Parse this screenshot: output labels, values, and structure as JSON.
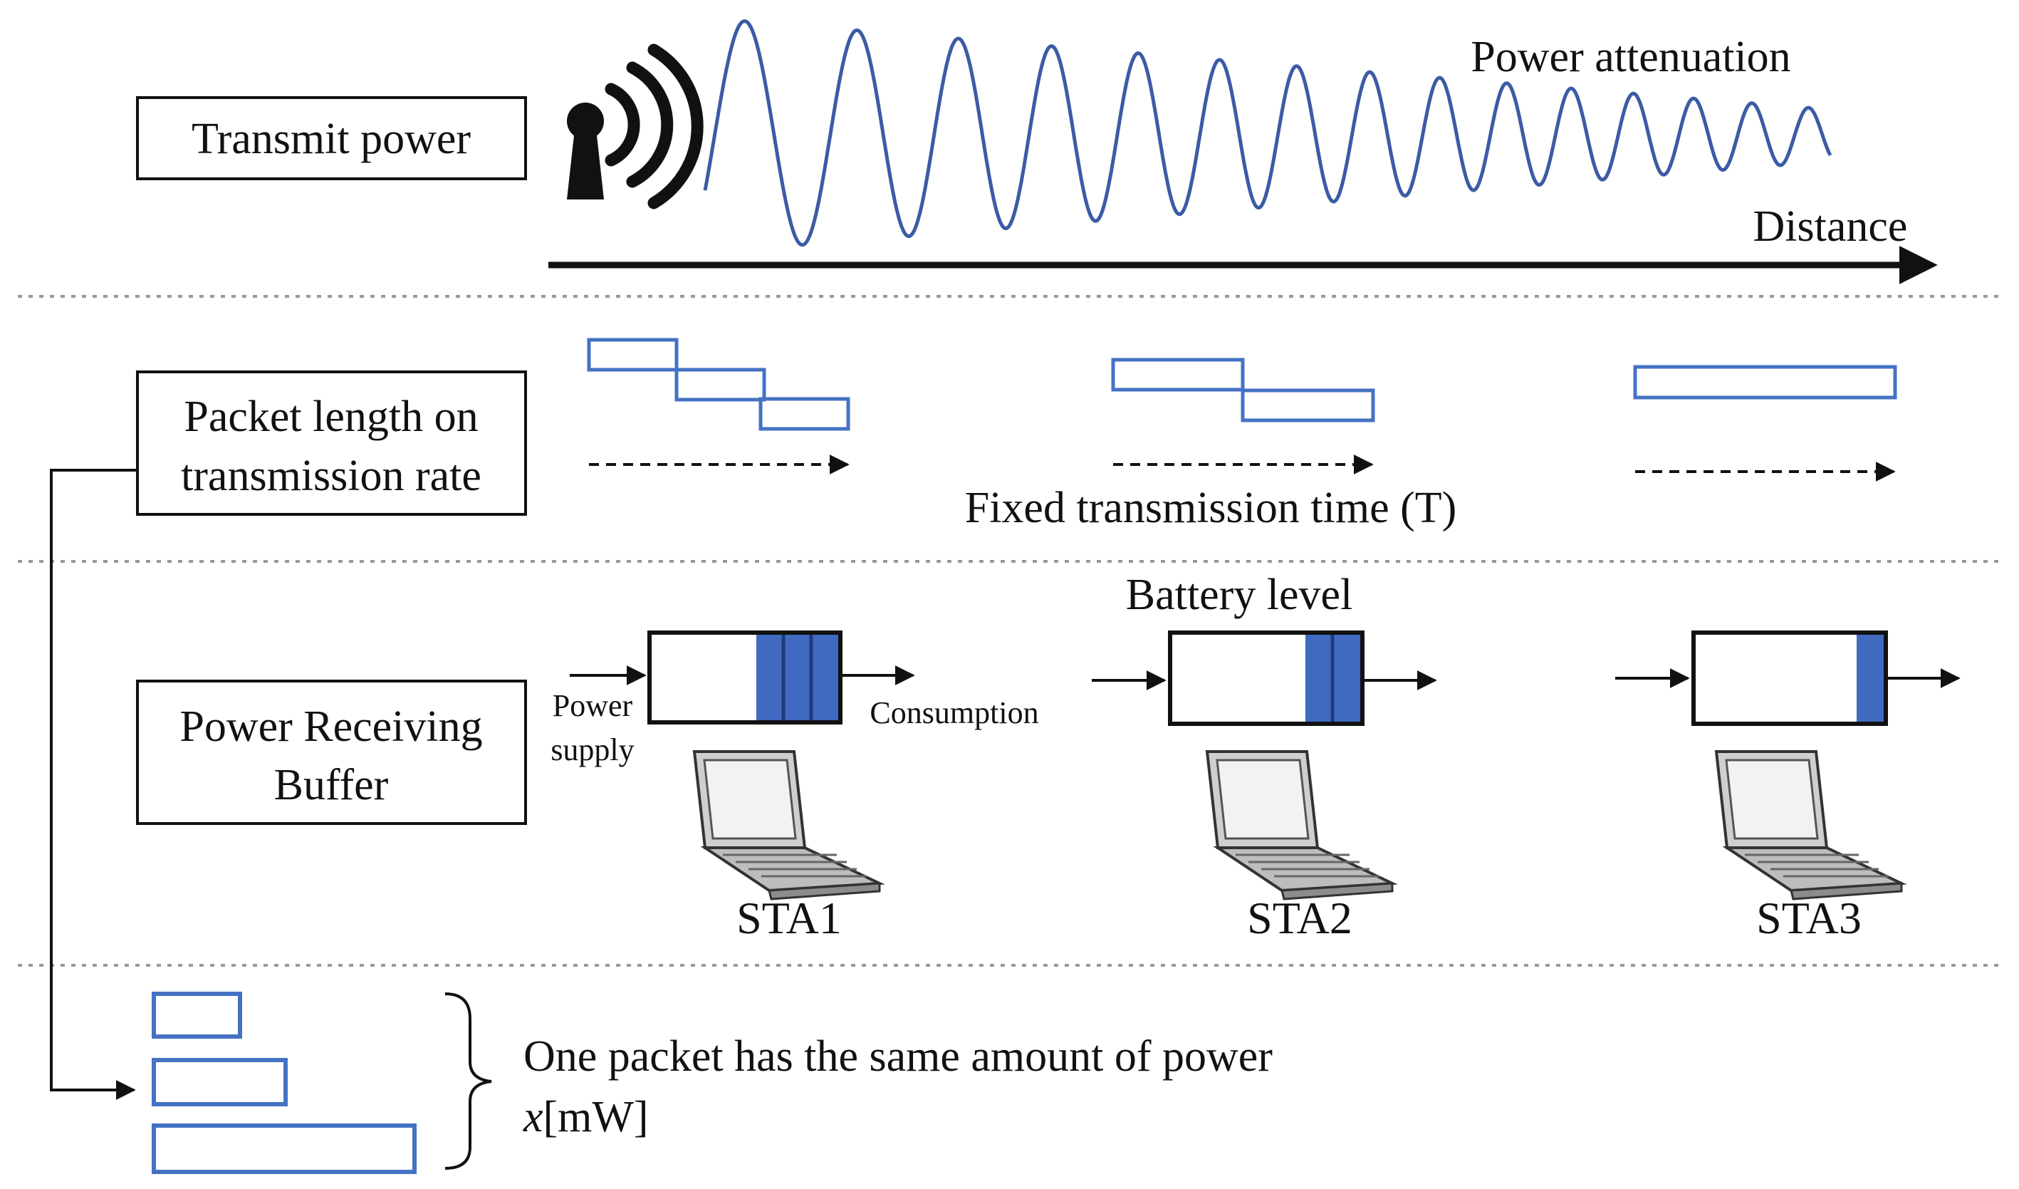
{
  "colors": {
    "accent_blue": "#4472C4",
    "wave_blue": "#3B5BA5",
    "battery_blue": "#3F6AC0",
    "battery_divider": "#1F3A7A",
    "separator": "#999999",
    "ink": "#111111"
  },
  "icons": {
    "antenna": "wifi-antenna-icon",
    "laptop": "laptop-icon"
  },
  "rows": {
    "transmit": {
      "label": "Transmit power",
      "wave_label": "Power attenuation",
      "axis_label": "Distance"
    },
    "packet": {
      "label_line1": "Packet length on",
      "label_line2": "transmission rate",
      "time_label": "Fixed transmission time (T)",
      "groups": [
        {
          "segments": 3
        },
        {
          "segments": 2
        },
        {
          "segments": 1
        }
      ]
    },
    "buffer": {
      "label_line1": "Power Receiving",
      "label_line2": "Buffer",
      "battery_title": "Battery level",
      "supply_line1": "Power",
      "supply_line2": "supply",
      "consumption": "Consumption",
      "stations": [
        {
          "name": "STA1",
          "battery_bars": 3
        },
        {
          "name": "STA2",
          "battery_bars": 2
        },
        {
          "name": "STA3",
          "battery_bars": 1
        }
      ]
    },
    "footer": {
      "statement": "One packet has the same amount of power",
      "unit_var": "x",
      "unit": "[mW]"
    }
  }
}
